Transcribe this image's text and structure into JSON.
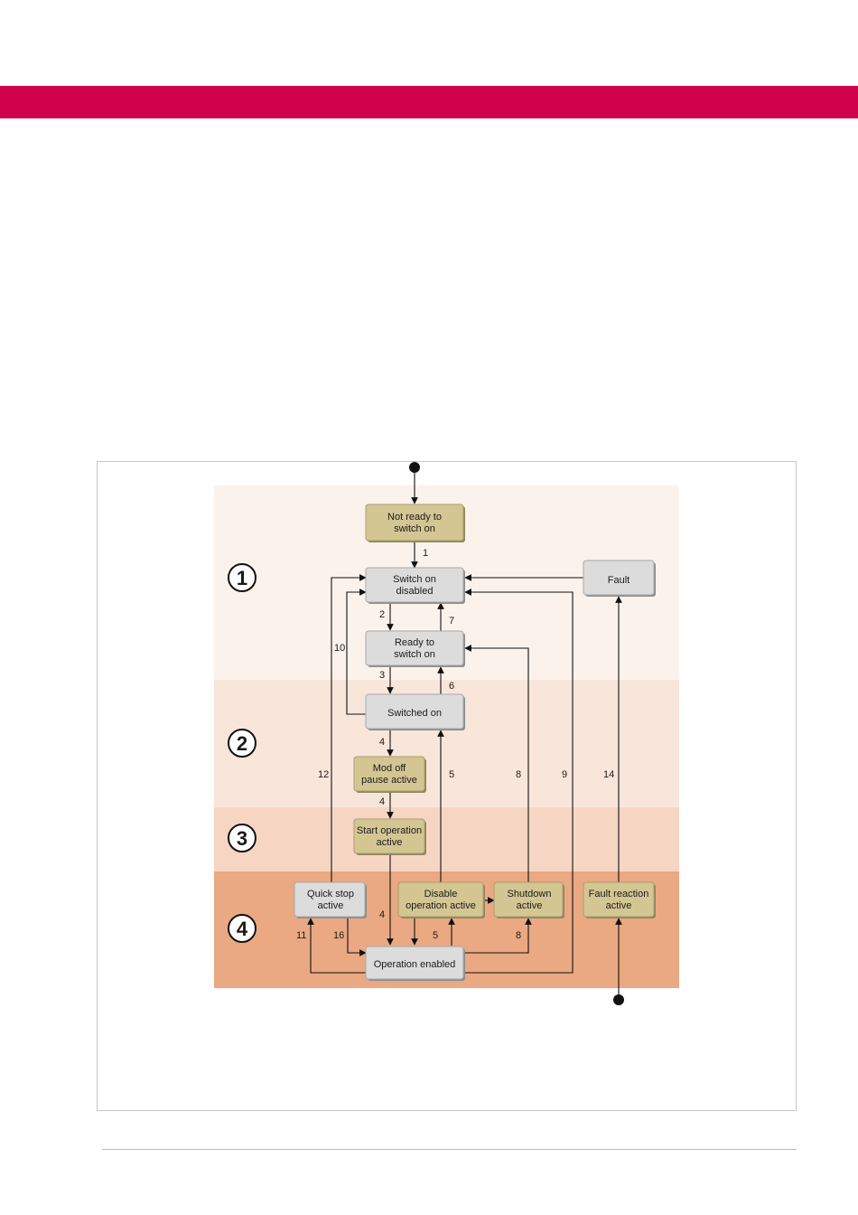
{
  "colors": {
    "header_band": "#d0004b",
    "zone_1": "#fcf2ec",
    "zone_2": "#f9e6da",
    "zone_3": "#f6d6c2",
    "zone_4": "#eaa982",
    "state_gray": "#dcdcdc",
    "state_olive": "#d4c693"
  },
  "zones": [
    {
      "id": "zone-1",
      "label": "1"
    },
    {
      "id": "zone-2",
      "label": "2"
    },
    {
      "id": "zone-3",
      "label": "3"
    },
    {
      "id": "zone-4",
      "label": "4"
    }
  ],
  "states": [
    {
      "id": "not-ready-to-switch-on",
      "lines": [
        "Not ready to",
        "switch on"
      ],
      "style": "olive"
    },
    {
      "id": "switch-on-disabled",
      "lines": [
        "Switch on",
        "disabled"
      ],
      "style": "gray"
    },
    {
      "id": "ready-to-switch-on",
      "lines": [
        "Ready to",
        "switch on"
      ],
      "style": "gray"
    },
    {
      "id": "switched-on",
      "lines": [
        "Switched on"
      ],
      "style": "gray"
    },
    {
      "id": "mod-off-pause-active",
      "lines": [
        "Mod off",
        "pause active"
      ],
      "style": "olive"
    },
    {
      "id": "start-operation-active",
      "lines": [
        "Start operation",
        "active"
      ],
      "style": "olive"
    },
    {
      "id": "quick-stop-active",
      "lines": [
        "Quick stop",
        "active"
      ],
      "style": "gray"
    },
    {
      "id": "disable-operation-active",
      "lines": [
        "Disable",
        "operation active"
      ],
      "style": "olive"
    },
    {
      "id": "shutdown-active",
      "lines": [
        "Shutdown",
        "active"
      ],
      "style": "olive"
    },
    {
      "id": "fault-reaction-active",
      "lines": [
        "Fault reaction",
        "active"
      ],
      "style": "olive"
    },
    {
      "id": "operation-enabled",
      "lines": [
        "Operation enabled"
      ],
      "style": "gray"
    },
    {
      "id": "fault",
      "lines": [
        "Fault"
      ],
      "style": "gray"
    }
  ],
  "transitions": [
    {
      "id": "t1",
      "label": "1"
    },
    {
      "id": "t2",
      "label": "2"
    },
    {
      "id": "t7",
      "label": "7"
    },
    {
      "id": "t10",
      "label": "10"
    },
    {
      "id": "t3",
      "label": "3"
    },
    {
      "id": "t6",
      "label": "6"
    },
    {
      "id": "t4a",
      "label": "4"
    },
    {
      "id": "t12",
      "label": "12"
    },
    {
      "id": "t5a",
      "label": "5"
    },
    {
      "id": "t8a",
      "label": "8"
    },
    {
      "id": "t9",
      "label": "9"
    },
    {
      "id": "t14",
      "label": "14"
    },
    {
      "id": "t4b",
      "label": "4"
    },
    {
      "id": "t4c",
      "label": "4"
    },
    {
      "id": "t11",
      "label": "11"
    },
    {
      "id": "t16",
      "label": "16"
    },
    {
      "id": "t5b",
      "label": "5"
    },
    {
      "id": "t8b",
      "label": "8"
    }
  ]
}
